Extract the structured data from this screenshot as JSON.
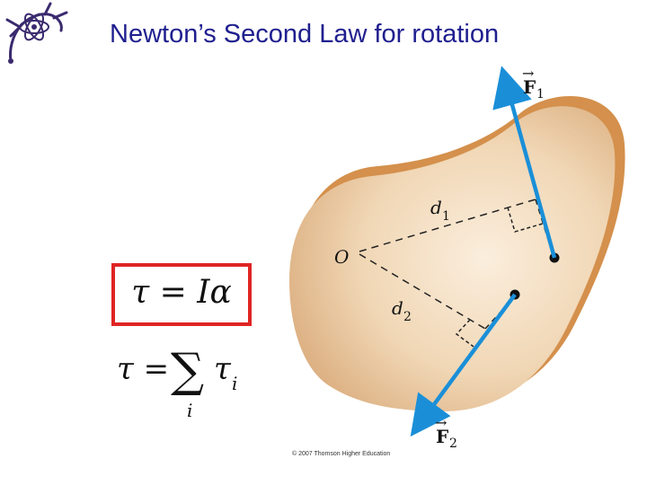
{
  "title": "Newton’s Second Law for rotation",
  "logo": {
    "icon": "atom-lizard-logo-icon",
    "color": "#3a2a6e"
  },
  "equations": {
    "boxed": "τ = Iα",
    "sum_lhs": "τ =",
    "sum_symbol": "∑",
    "sum_term": "τ",
    "sum_term_sub": "i",
    "sum_index": "i"
  },
  "figure": {
    "origin_label": "O",
    "d1_label": "d",
    "d1_sub": "1",
    "d2_label": "d",
    "d2_sub": "2",
    "f1_label": "F",
    "f1_sub": "1",
    "f2_label": "F",
    "f2_sub": "2",
    "vector_arrow": "→",
    "arrow_color": "#1a8fd8",
    "body_color": "#e8c9a3",
    "box_color": "#e02424"
  },
  "copyright": "© 2007 Thomson Higher Education"
}
